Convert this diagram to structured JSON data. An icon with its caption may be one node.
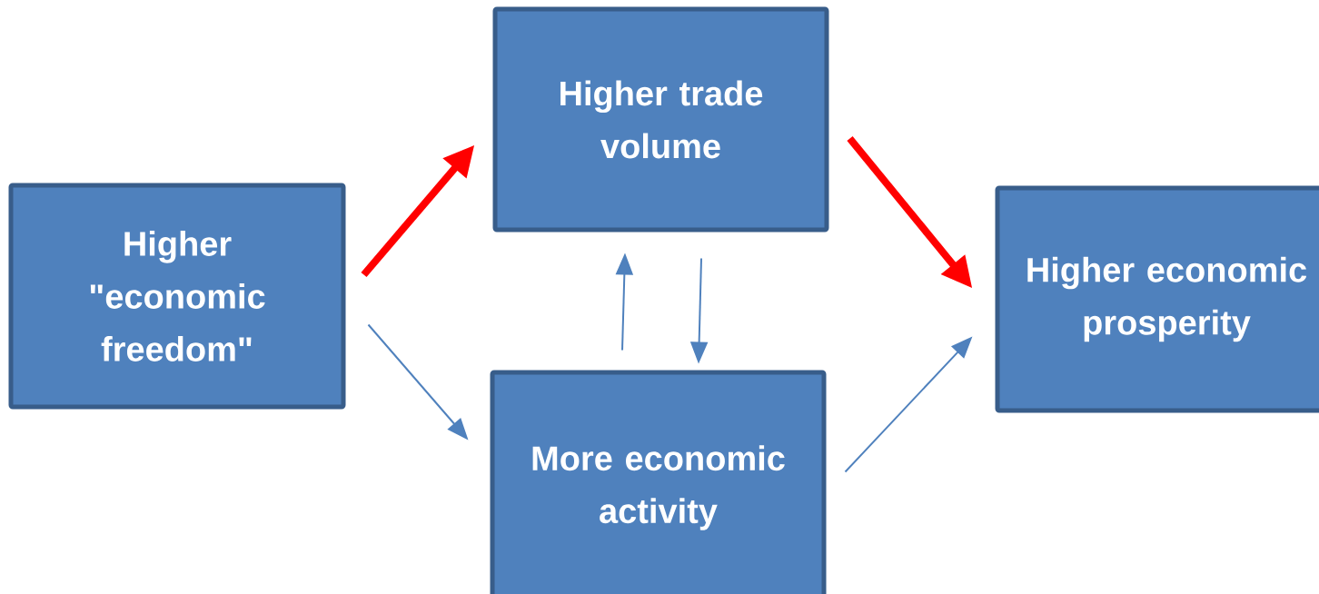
{
  "diagram": {
    "nodes": [
      {
        "text": [
          "Higher \"economic freedom\""
        ]
      },
      {
        "text": [
          "Higher trade volume"
        ]
      },
      {
        "text": [
          "More economic activity"
        ]
      },
      {
        "text": [
          "Higher economic prosperity"
        ]
      }
    ],
    "edges": [
      {
        "from": 0,
        "to": 1,
        "arrow": "to",
        "style": "thick",
        "color": "#ff0000"
      },
      {
        "from": 1,
        "to": 3,
        "arrow": "to",
        "style": "thick",
        "color": "#ff0000"
      },
      {
        "from": 0,
        "to": 2,
        "arrow": "to"
      },
      {
        "from": 2,
        "to": 3,
        "arrow": "to"
      },
      {
        "from": 2,
        "to": 1,
        "arrow": "to"
      },
      {
        "from": 1,
        "to": 2,
        "arrow": "to"
      }
    ]
  }
}
